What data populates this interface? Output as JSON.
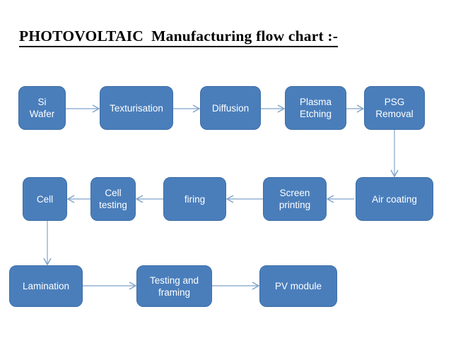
{
  "title": "PHOTOVOLTAIC  Manufacturing flow chart :-",
  "chart_data": {
    "type": "diagram",
    "diagram_kind": "process-flow-chart",
    "title": "PHOTOVOLTAIC  Manufacturing flow chart :-",
    "colors": {
      "node_fill": "#4a7ebb",
      "node_border": "#3d6da6",
      "node_text": "#ffffff",
      "connector": "#93b2d3",
      "background": "#ffffff",
      "title_text": "#000000"
    },
    "nodes": [
      {
        "id": "si-wafer",
        "label": "Si\nWafer",
        "row": 1,
        "order": 1
      },
      {
        "id": "texturisation",
        "label": "Texturisation",
        "row": 1,
        "order": 2
      },
      {
        "id": "diffusion",
        "label": "Diffusion",
        "row": 1,
        "order": 3
      },
      {
        "id": "plasma-etching",
        "label": "Plasma\nEtching",
        "row": 1,
        "order": 4
      },
      {
        "id": "psg-removal",
        "label": "PSG\nRemoval",
        "row": 1,
        "order": 5
      },
      {
        "id": "air-coating",
        "label": "Air coating",
        "row": 2,
        "order": 1
      },
      {
        "id": "screen-printing",
        "label": "Screen\nprinting",
        "row": 2,
        "order": 2
      },
      {
        "id": "firing",
        "label": "firing",
        "row": 2,
        "order": 3
      },
      {
        "id": "cell-testing",
        "label": "Cell\ntesting",
        "row": 2,
        "order": 4
      },
      {
        "id": "cell",
        "label": "Cell",
        "row": 2,
        "order": 5
      },
      {
        "id": "lamination",
        "label": "Lamination",
        "row": 3,
        "order": 1
      },
      {
        "id": "testing-and-framing",
        "label": "Testing and\nframing",
        "row": 3,
        "order": 2
      },
      {
        "id": "pv-module",
        "label": "PV module",
        "row": 3,
        "order": 3
      }
    ],
    "edges": [
      {
        "from": "si-wafer",
        "to": "texturisation",
        "direction": "right"
      },
      {
        "from": "texturisation",
        "to": "diffusion",
        "direction": "right"
      },
      {
        "from": "diffusion",
        "to": "plasma-etching",
        "direction": "right"
      },
      {
        "from": "plasma-etching",
        "to": "psg-removal",
        "direction": "right"
      },
      {
        "from": "psg-removal",
        "to": "air-coating",
        "direction": "down"
      },
      {
        "from": "air-coating",
        "to": "screen-printing",
        "direction": "left"
      },
      {
        "from": "screen-printing",
        "to": "firing",
        "direction": "left"
      },
      {
        "from": "firing",
        "to": "cell-testing",
        "direction": "left"
      },
      {
        "from": "cell-testing",
        "to": "cell",
        "direction": "left"
      },
      {
        "from": "cell",
        "to": "lamination",
        "direction": "down"
      },
      {
        "from": "lamination",
        "to": "testing-and-framing",
        "direction": "right"
      },
      {
        "from": "testing-and-framing",
        "to": "pv-module",
        "direction": "right"
      }
    ]
  },
  "nodes": {
    "si_wafer": "Si\nWafer",
    "texturisation": "Texturisation",
    "diffusion": "Diffusion",
    "plasma_etching": "Plasma\nEtching",
    "psg_removal": "PSG\nRemoval",
    "air_coating": "Air coating",
    "screen_printing": "Screen\nprinting",
    "firing": "firing",
    "cell_testing": "Cell\ntesting",
    "cell": "Cell",
    "lamination": "Lamination",
    "testing_and_framing": "Testing and\nframing",
    "pv_module": "PV module"
  }
}
